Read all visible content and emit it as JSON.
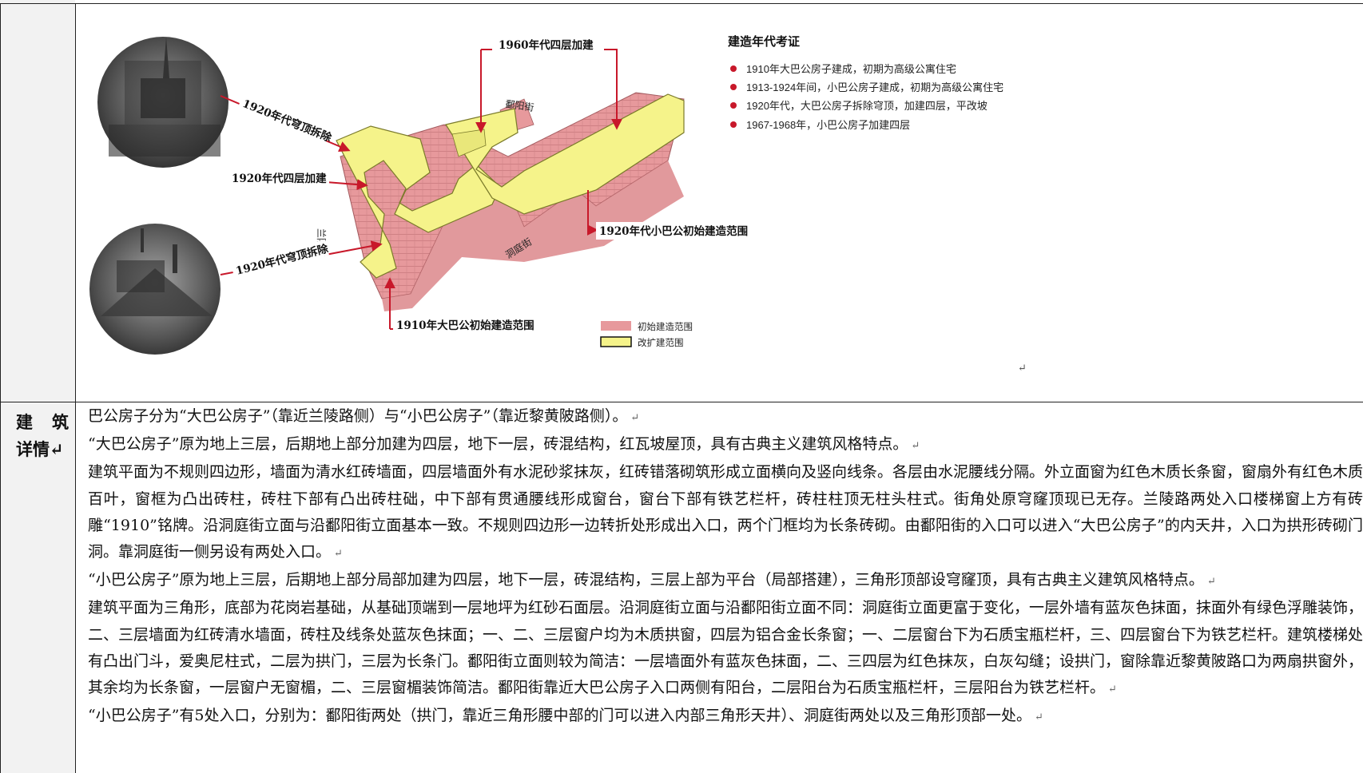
{
  "figure": {
    "callouts": {
      "top_center": "1960年代四层加建",
      "upper_left": "1920年代穹顶拆除",
      "mid_left": "1920年代四层加建",
      "lower_left": "1920年代穹顶拆除",
      "right": "1920年代小巴公初始建造范围",
      "bottom": "1910年大巴公初始建造范围"
    },
    "street_labels": {
      "poyang": "鄱阳街",
      "lanling": "兰陵路",
      "dongting": "洞庭街"
    },
    "legend": {
      "initial": "初始建造范围",
      "expanded": "改扩建范围"
    },
    "chronology": {
      "title": "建造年代考证",
      "items": [
        "1910年大巴公房子建成，初期为高级公寓住宅",
        "1913-1924年间，小巴公房子建成，初期为高级公寓住宅",
        "1920年代，大巴公房子拆除穹顶，加建四层，平改坡",
        "1967-1968年，小巴公房子加建四层"
      ]
    },
    "colors": {
      "initial_fill": "#e7999c",
      "expanded_fill": "#f5f38a",
      "arrow_red": "#c8182a"
    },
    "return_mark": "↵"
  },
  "section": {
    "header_line1": [
      "建",
      "筑"
    ],
    "header_line2": "详情↵"
  },
  "paragraphs": [
    "巴公房子分为“大巴公房子”（靠近兰陵路侧）与“小巴公房子”（靠近黎黄陂路侧）。",
    "“大巴公房子”原为地上三层，后期地上部分加建为四层，地下一层，砖混结构，红瓦坡屋顶，具有古典主义建筑风格特点。",
    "建筑平面为不规则四边形，墙面为清水红砖墙面，四层墙面外有水泥砂浆抹灰，红砖错落砌筑形成立面横向及竖向线条。各层由水泥腰线分隔。外立面窗为红色木质长条窗，窗扇外有红色木质百叶，窗框为凸出砖柱，砖柱下部有凸出砖柱础，中下部有贯通腰线形成窗台，窗台下部有铁艺栏杆，砖柱柱顶无柱头柱式。街角处原穹窿顶现已无存。兰陵路两处入口楼梯窗上方有砖雕“1910”铭牌。沿洞庭街立面与沿鄱阳街立面基本一致。不规则四边形一边转折处形成出入口，两个门框均为长条砖砌。由鄱阳街的入口可以进入“大巴公房子”的内天井，入口为拱形砖砌门洞。靠洞庭街一侧另设有两处入口。",
    "“小巴公房子”原为地上三层，后期地上部分局部加建为四层，地下一层，砖混结构，三层上部为平台（局部搭建），三角形顶部设穹窿顶，具有古典主义建筑风格特点。",
    "建筑平面为三角形，底部为花岗岩基础，从基础顶端到一层地坪为红砂石面层。沿洞庭街立面与沿鄱阳街立面不同：洞庭街立面更富于变化，一层外墙有蓝灰色抹面，抹面外有绿色浮雕装饰，二、三层墙面为红砖清水墙面，砖柱及线条处蓝灰色抹面；一、二、三层窗户均为木质拱窗，四层为铝合金长条窗；一、二层窗台下为石质宝瓶栏杆，三、四层窗台下为铁艺栏杆。建筑楼梯处有凸出门斗，爱奥尼柱式，二层为拱门，三层为长条门。鄱阳街立面则较为简洁：一层墙面外有蓝灰色抹面，二、三四层为红色抹灰，白灰勾缝；设拱门，窗除靠近黎黄陂路口为两扇拱窗外，其余均为长条窗，一层窗户无窗楣，二、三层窗楣装饰简洁。鄱阳街靠近大巴公房子入口两侧有阳台，二层阳台为石质宝瓶栏杆，三层阳台为铁艺栏杆。",
    "“小巴公房子”有5处入口，分别为：鄱阳街两处（拱门，靠近三角形腰中部的门可以进入内部三角形天井）、洞庭街两处以及三角形顶部一处。"
  ],
  "paragraph_mark": "↵"
}
